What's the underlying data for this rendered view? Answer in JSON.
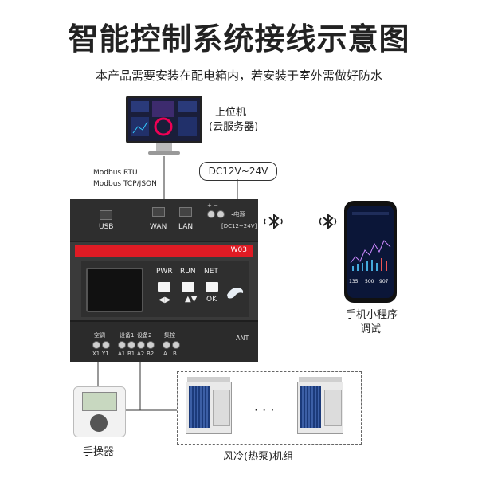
{
  "title": "智能控制系统接线示意图",
  "subtitle": "本产品需要安装在配电箱内，若安装于室外需做好防水",
  "host": {
    "line1": "上位机",
    "line2": "(云服务器)"
  },
  "protocols": {
    "line1": "Modbus RTU",
    "line2": "Modbus TCP/JSON"
  },
  "power": {
    "label": "DC12V~24V"
  },
  "device": {
    "ports": {
      "usb": "USB",
      "wan": "WAN",
      "lan": "LAN",
      "power": "◂电源",
      "power_range": "[DC12~24V]",
      "pm": "+  −"
    },
    "model": "W03",
    "buttons": {
      "pwr": "PWR",
      "run": "RUN",
      "net": "NET",
      "ok": "OK"
    },
    "terminals": {
      "group1": "空调",
      "group2": "设备1",
      "group3": "设备2",
      "group4": "集控",
      "t1": "X1",
      "t2": "Y1",
      "t3": "A1",
      "t4": "B1",
      "t5": "A2",
      "t6": "B2",
      "t7": "A",
      "t8": "B"
    },
    "ant": "ANT"
  },
  "phone": {
    "line1": "手机小程序",
    "line2": "调试",
    "stat1": "135",
    "stat2": "500",
    "stat3": "907"
  },
  "handset": {
    "label": "手操器"
  },
  "units": {
    "label": "风冷(热泵)机组",
    "dots": "· · ·"
  },
  "icons": {
    "bluetooth": "bluetooth-icon",
    "bluetooth_phone": "bluetooth-off-icon"
  }
}
